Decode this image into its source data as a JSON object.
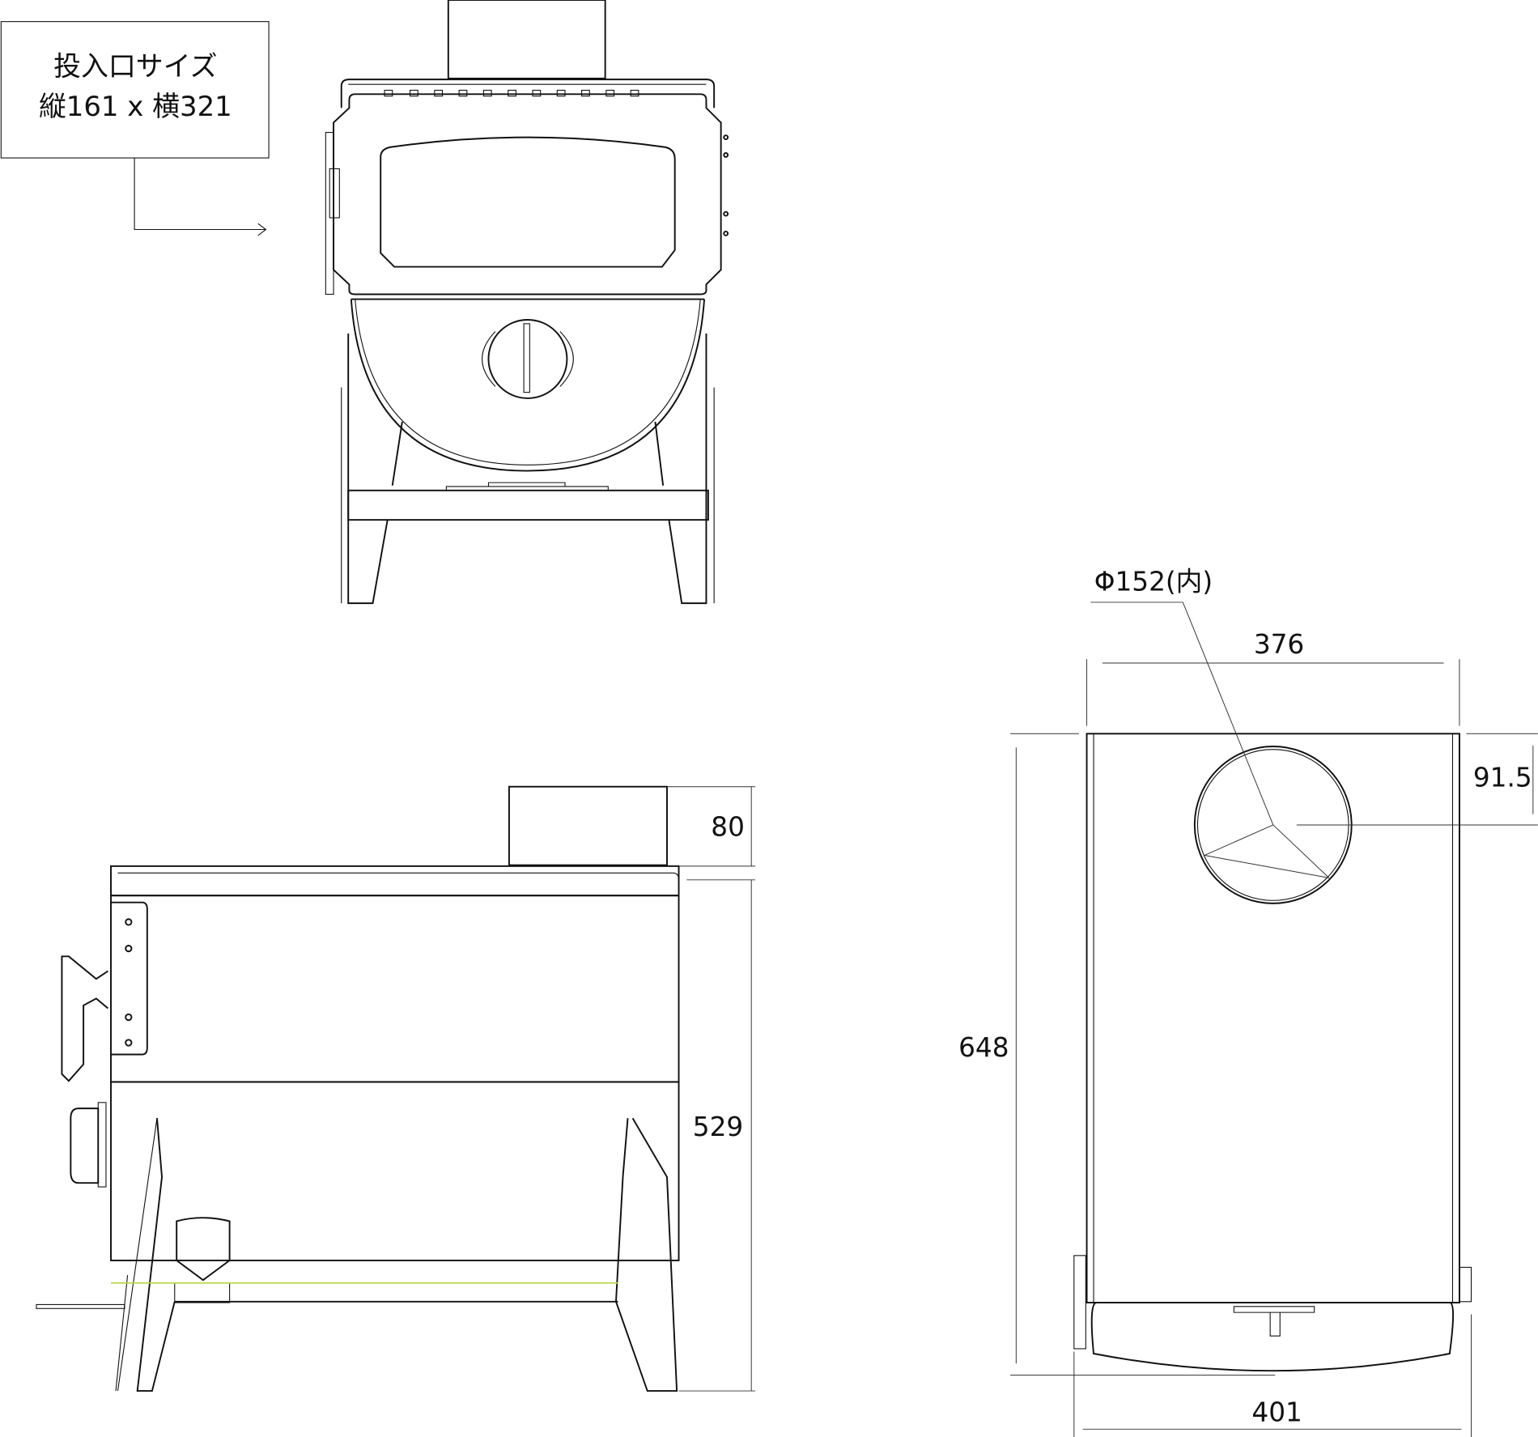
{
  "opening_note": {
    "title": "投入口サイズ",
    "size": "縦161 x 横321"
  },
  "dimensions": {
    "flue_diameter": "Φ152(内)",
    "top_width": "376",
    "flue_offset": "91.5",
    "depth": "648",
    "bottom_width": "401",
    "chimney_height": "80",
    "body_height": "529"
  }
}
